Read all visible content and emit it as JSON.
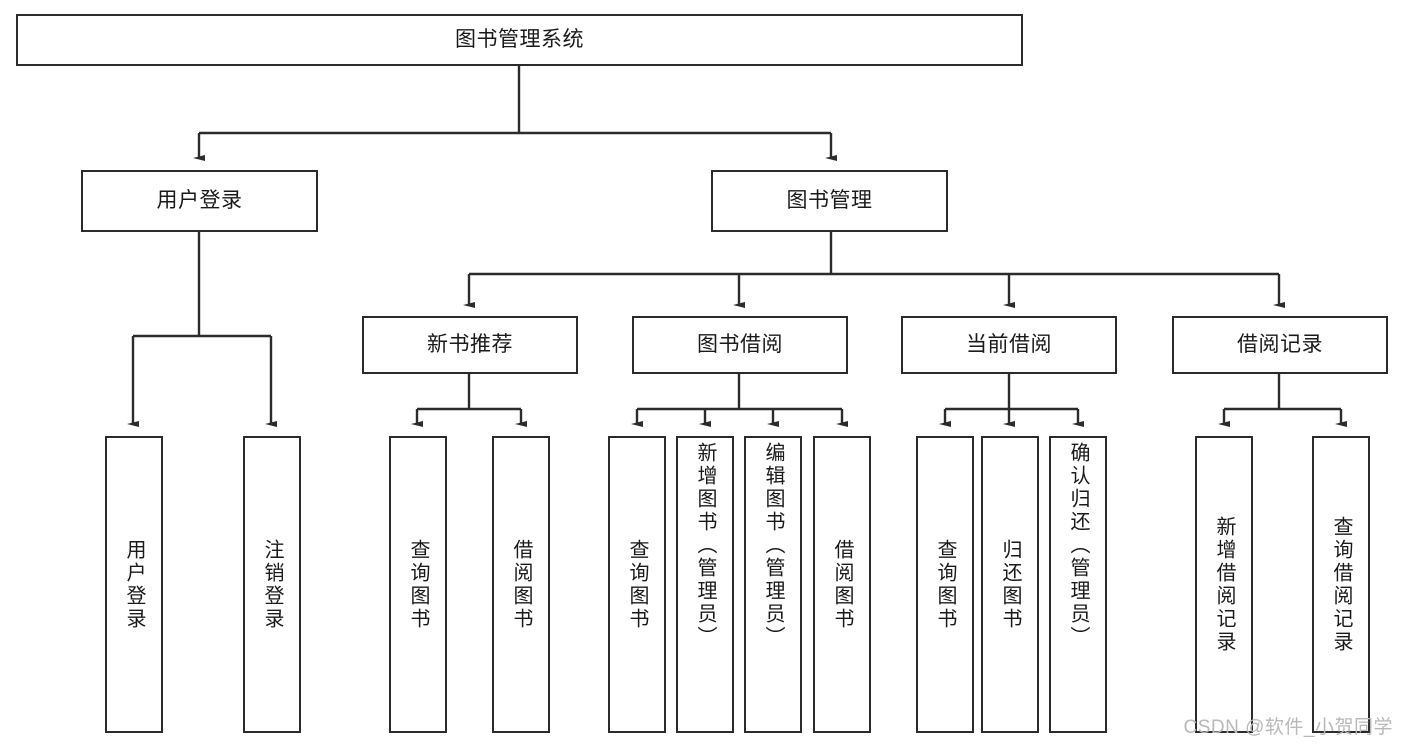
{
  "diagram": {
    "title": "图书管理系统",
    "watermark": "CSDN @软件_小贺同学",
    "line_color": "#2b2b2b",
    "box_fill": "#ffffff",
    "text_color": "#1a1a1a",
    "nodes": {
      "root": {
        "label": "图书管理系统"
      },
      "level2": [
        {
          "label": "用户登录"
        },
        {
          "label": "图书管理"
        }
      ],
      "level3": [
        {
          "label": "新书推荐"
        },
        {
          "label": "图书借阅"
        },
        {
          "label": "当前借阅"
        },
        {
          "label": "借阅记录"
        }
      ],
      "leaves": {
        "user_login": [
          {
            "label": "用户登录"
          },
          {
            "label": "注销登录"
          }
        ],
        "new_book": [
          {
            "label": "查询图书"
          },
          {
            "label": "借阅图书"
          }
        ],
        "borrow_book": [
          {
            "label": "查询图书"
          },
          {
            "label": "新增图书（管理员）"
          },
          {
            "label": "编辑图书（管理员）"
          },
          {
            "label": "借阅图书"
          }
        ],
        "current_borrow": [
          {
            "label": "查询图书"
          },
          {
            "label": "归还图书"
          },
          {
            "label": "确认归还（管理员）"
          }
        ],
        "borrow_record": [
          {
            "label": "新增借阅记录"
          },
          {
            "label": "查询借阅记录"
          }
        ]
      }
    }
  }
}
